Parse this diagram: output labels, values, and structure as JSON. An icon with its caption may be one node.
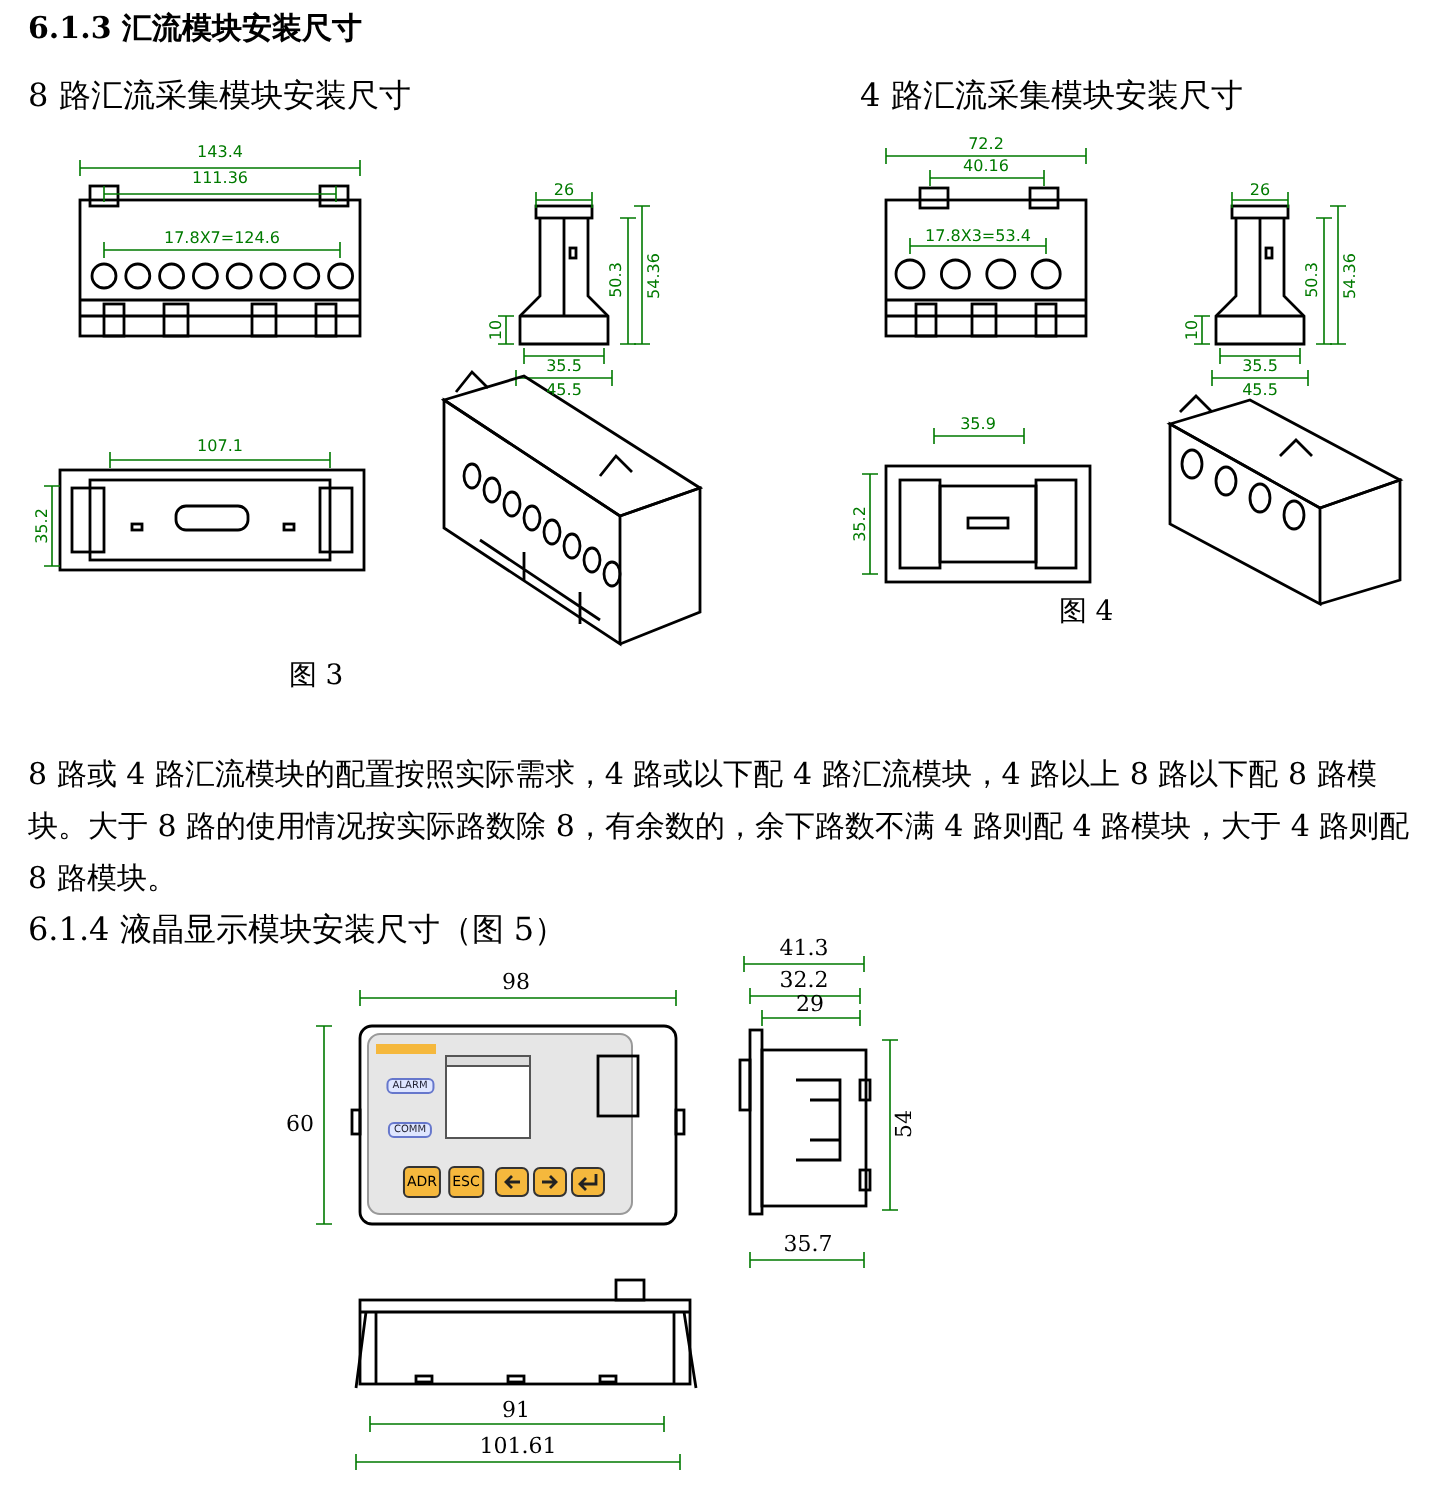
{
  "diagram": {
    "title": "6.1.3 汇流模块安装尺寸",
    "labels": [
      "8 路汇流采集模块安装尺寸",
      "4 路汇流采集模块安装尺寸",
      "143.4",
      "111.36",
      "17.8X7=124.6",
      "26",
      "50.3",
      "54.36",
      "10",
      "35.5",
      "45.5",
      "72.2",
      "40.16",
      "17.8X3=53.4",
      "26",
      "50.3",
      "54.36",
      "10",
      "35.5",
      "45.5",
      "107.1",
      "35.2",
      "35.9",
      "35.2",
      "图 4",
      "图 3",
      "8 路或 4 路汇流模块的配置按照实际需求，4 路或以下配 4 路汇流模块，4 路以上 8 路以下配 8 路模块。大于 8 路的使用情况按实际路数除 8，有余数的，余下路数不满 4 路则配 4 路模块，大于 4 路则配 8 路模块。",
      "6.1.4 液晶显示模块安装尺寸（图 5）",
      "98",
      "41.3",
      "32.2",
      "29",
      "60",
      "ALARM",
      "COMM",
      "54",
      "ADR",
      "ESC",
      "35.7",
      "91",
      "101.61"
    ]
  }
}
